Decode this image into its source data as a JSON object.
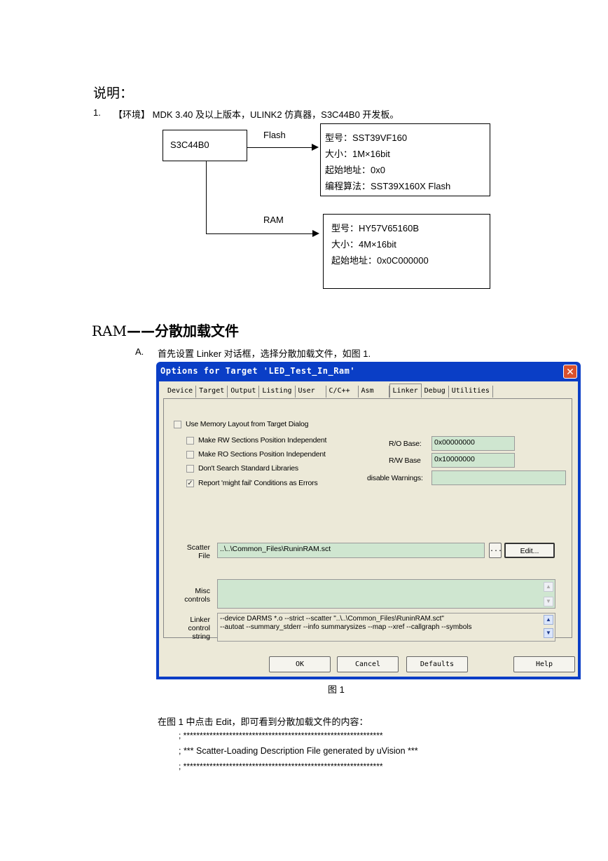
{
  "heading_shuoming": "说明：",
  "item1": {
    "num": "1.",
    "text": "【环境】 MDK 3.40 及以上版本，ULINK2 仿真器，S3C44B0 开发板。"
  },
  "diagram": {
    "chip": "S3C44B0",
    "flash_label": "Flash",
    "ram_label": "RAM",
    "flash_box": [
      "型号：SST39VF160",
      "大小：1M×16bit",
      "起始地址：0x0",
      "编程算法：SST39X160X Flash"
    ],
    "ram_box": [
      "型号：HY57V65160B",
      "大小：4M×16bit",
      "起始地址：0x0C000000"
    ]
  },
  "section_title": {
    "prefix": "RAM",
    "rest": "——分散加载文件"
  },
  "itemA": {
    "num": "A.",
    "text": "首先设置 Linker 对话框，选择分散加载文件，如图 1."
  },
  "dialog": {
    "title": "Options for Target 'LED_Test_In_Ram'",
    "close": "✕",
    "tabs": [
      "Device",
      "Target",
      "Output",
      "Listing",
      "User",
      "C/C++",
      "Asm",
      "Linker",
      "Debug",
      "Utilities"
    ],
    "active_tab": "Linker",
    "use_memory_layout": "Use Memory Layout from Target Dialog",
    "make_rw": "Make RW Sections Position Independent",
    "make_ro": "Make RO Sections Position Independent",
    "dont_search": "Don't Search Standard Libraries",
    "report": "Report 'might fail' Conditions as Errors",
    "report_checked": "✓",
    "ro_base_label": "R/O Base:",
    "ro_base_value": "0x00000000",
    "rw_base_label": "R/W Base",
    "rw_base_value": "0x10000000",
    "disable_warnings_label": "disable Warnings:",
    "disable_warnings_value": "",
    "scatter_label_1": "Scatter",
    "scatter_label_2": "File",
    "scatter_value": "..\\..\\Common_Files\\RuninRAM.sct",
    "browse": "...",
    "edit": "Edit...",
    "misc_label_1": "Misc",
    "misc_label_2": "controls",
    "linker_label_1": "Linker",
    "linker_label_2": "control",
    "linker_label_3": "string",
    "linker_line1": "--device DARMS *.o --strict --scatter \"..\\..\\Common_Files\\RuninRAM.sct\"",
    "linker_line2": "--autoat --summary_stderr --info summarysizes --map --xref --callgraph --symbols",
    "ok": "OK",
    "cancel": "Cancel",
    "defaults": "Defaults",
    "help": "Help"
  },
  "figure_caption": "图 1",
  "para_edit": "在图 1 中点击 Edit，即可看到分散加载文件的内容：",
  "code_lines": [
    "; *************************************************************",
    "; *** Scatter-Loading Description File generated by uVision ***",
    "; *************************************************************"
  ]
}
